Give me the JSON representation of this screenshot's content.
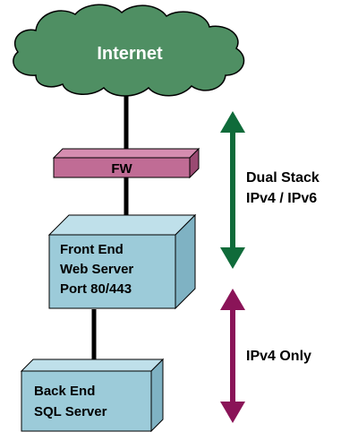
{
  "internet": {
    "label": "Internet"
  },
  "firewall": {
    "label": "FW"
  },
  "front_end": {
    "lines": [
      "Front End",
      "Web Server",
      "Port 80/443"
    ]
  },
  "back_end": {
    "lines": [
      "Back End",
      "SQL Server"
    ]
  },
  "dual_stack": {
    "lines": [
      "Dual Stack",
      "IPv4 / IPv6"
    ]
  },
  "ipv4_only": {
    "label": "IPv4 Only"
  },
  "colors": {
    "cloud_fill": "#4f8f63",
    "cloud_stroke": "#000000",
    "firewall_fill": "#c06c95",
    "firewall_top": "#d58db0",
    "firewall_side": "#9a4a72",
    "server_fill": "#9ccbd9",
    "server_top": "#bfe0ea",
    "server_side": "#7fb2c3",
    "dual_stack_arrow": "#0f6b3a",
    "ipv4_arrow": "#8a1458"
  }
}
